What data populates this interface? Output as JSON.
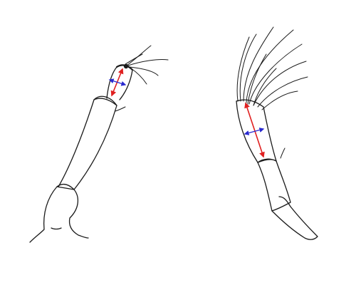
{
  "figure": {
    "panels": [
      {
        "name": "left-appendage"
      },
      {
        "name": "right-appendage"
      }
    ],
    "colors": {
      "outline": "#1a1a1a",
      "length_arrow": "#e02020",
      "width_arrow": "#2a2ad0",
      "background": "#ffffff"
    },
    "icons": [
      "appendage-drawing",
      "length-arrow",
      "width-arrow",
      "setae"
    ]
  }
}
